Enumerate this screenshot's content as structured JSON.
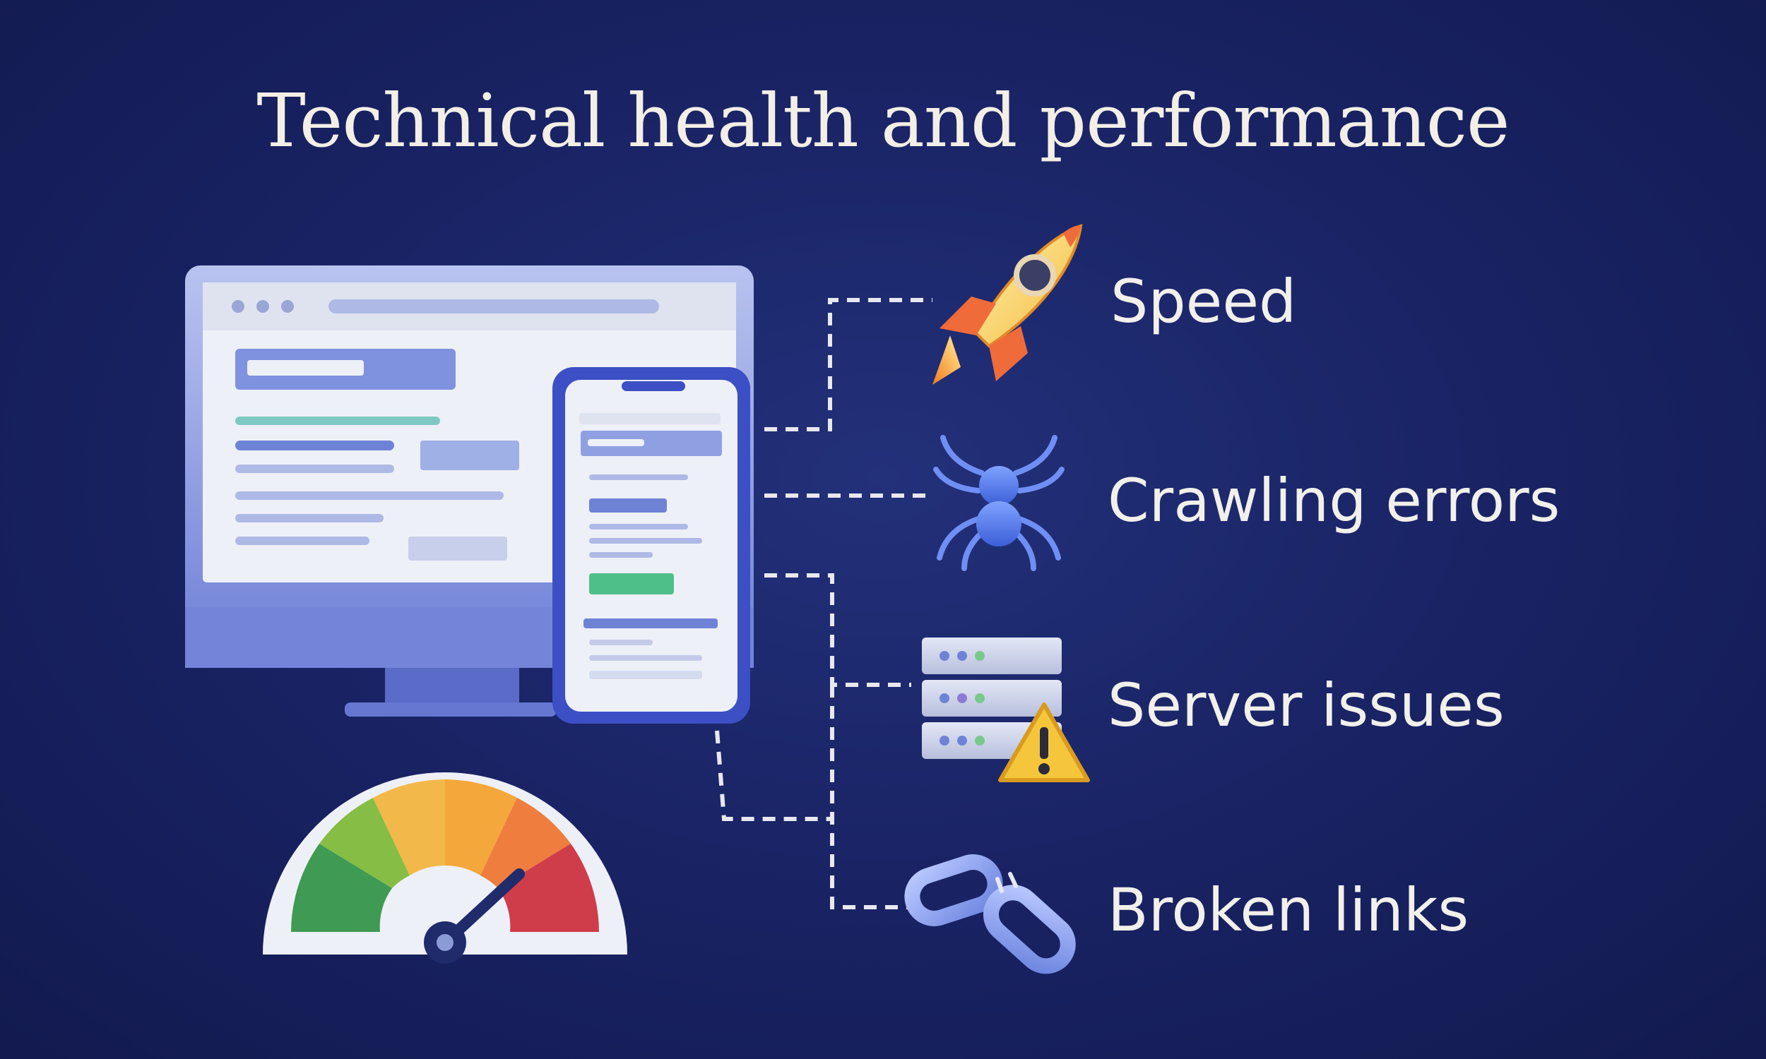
{
  "title": "Technical health and performance",
  "items": [
    {
      "label": "Speed",
      "icon": "rocket-icon"
    },
    {
      "label": "Crawling errors",
      "icon": "spider-icon"
    },
    {
      "label": "Server issues",
      "icon": "server-warning-icon"
    },
    {
      "label": "Broken links",
      "icon": "broken-chain-icon"
    }
  ],
  "colors": {
    "background": "#1a2466",
    "text": "#f3efe6",
    "connector": "#e8e8f0"
  }
}
